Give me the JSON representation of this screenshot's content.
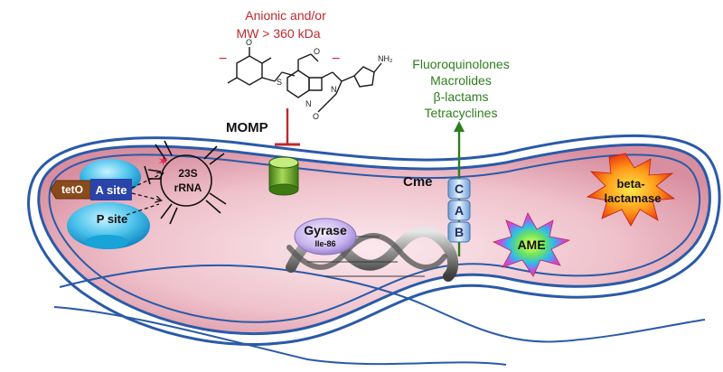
{
  "anionic": {
    "line1": "Anionic and/or",
    "line2": "MW > 360 kDa",
    "color": "#c0282c",
    "charge_left": "−",
    "charge_right": "−"
  },
  "molecule": {
    "atom_o_top": "O",
    "atom_cl": "O",
    "atom_n1": "N",
    "atom_n2": "N",
    "atom_nh2": "NH₂",
    "atom_s": "S",
    "atom_o_bottom": "O"
  },
  "momp": {
    "label": "MOMP",
    "inhibitor_color": "#c0282c"
  },
  "drugs": {
    "items": [
      "Fluoroquinolones",
      "Macrolides",
      "β-lactams",
      "Tetracyclines"
    ],
    "color": "#2e7d1e"
  },
  "cme": {
    "label": "Cme",
    "letters": [
      "C",
      "A",
      "B"
    ]
  },
  "ribosome": {
    "teto": "tetO",
    "a_site": "A site",
    "p_site": "P site"
  },
  "rrna": {
    "line1": "23S",
    "line2": "rRNA"
  },
  "gyrase": {
    "line1": "Gyrase",
    "line2": "Ile-86"
  },
  "ame": {
    "label": "AME"
  },
  "beta": {
    "line1": "beta-",
    "line2": "lactamase"
  },
  "colors": {
    "membrane": "#2a5aa8",
    "cell_fill": "#e9b7c2",
    "export_arrow": "#2e7d1e"
  }
}
